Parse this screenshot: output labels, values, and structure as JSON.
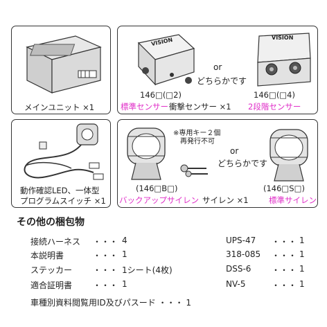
{
  "main_unit": {
    "label": "メインユニット ×1"
  },
  "sensor": {
    "logo": "VISION",
    "code_left": "146□(□2)",
    "code_right": "146□(□4)",
    "or": "or",
    "either": "どちらかです",
    "label_left_pink": "標準センサー",
    "label_mid": "衝撃センサー ×1",
    "label_right_pink": "2段階センサー"
  },
  "switch_panel": {
    "line1": "動作確認LED、一体型",
    "line2": "プログラムスイッチ ×1"
  },
  "siren": {
    "note_line1": "※専用キー２個",
    "note_line2": "再発行不可",
    "or": "or",
    "either": "どちらかです",
    "code_left": "(146□B□)",
    "code_right": "(146□S□)",
    "label_left_pink": "バックアップサイレン",
    "label_mid": "サイレン ×1",
    "label_right_pink": "標準サイレン"
  },
  "section_title": "その他の梱包物",
  "items_left": [
    {
      "name": "接続ハーネス",
      "dots": "・・・",
      "qty": "4"
    },
    {
      "name": "本説明書",
      "dots": "・・・",
      "qty": "1"
    },
    {
      "name": "ステッカー",
      "dots": "・・・",
      "qty": "1シート(4枚)"
    },
    {
      "name": "適合証明書",
      "dots": "・・・",
      "qty": "1"
    }
  ],
  "items_right": [
    {
      "name": "UPS-47",
      "dots": "・・・",
      "qty": "1"
    },
    {
      "name": "318-085",
      "dots": "・・・",
      "qty": "1"
    },
    {
      "name": "DSS-6",
      "dots": "・・・",
      "qty": "1"
    },
    {
      "name": "NV-5",
      "dots": "・・・",
      "qty": "1"
    }
  ],
  "footer_item": "車種別資料閲覧用ID及びパスード ・・・ 1"
}
